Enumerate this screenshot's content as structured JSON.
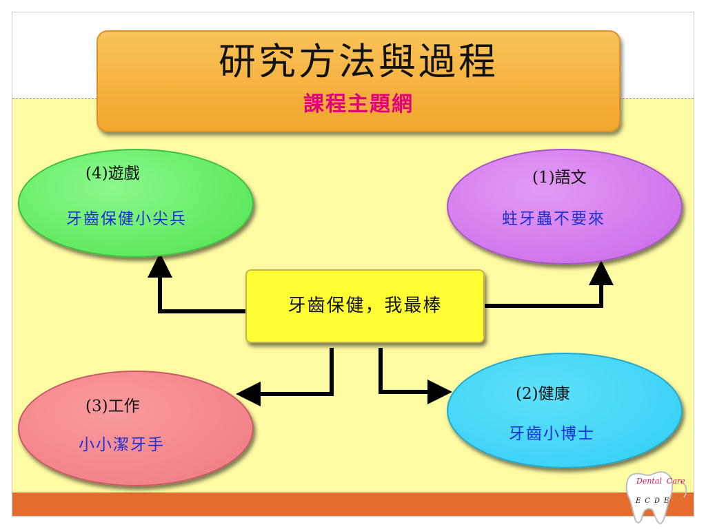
{
  "title": {
    "main": "研究方法與過程",
    "sub": "課程主題網"
  },
  "center": {
    "text": "牙齒保健，我最棒"
  },
  "nodes": {
    "n4": {
      "label": "(4)遊戲",
      "text": "牙齒保健小尖兵",
      "color": "#5fe85f"
    },
    "n1": {
      "label": "(1)語文",
      "text": "蛀牙蟲不要來",
      "color": "#d07cee"
    },
    "n3": {
      "label": "(3)工作",
      "text": "小小潔牙手",
      "color": "#f38890"
    },
    "n2": {
      "label": "(2)健康",
      "text": "牙齒小博士",
      "color": "#3dd3f6"
    }
  },
  "logo": {
    "word1": "Dental",
    "word2": "Care",
    "letters": "ECDE"
  },
  "colors": {
    "title_bg": "#f4ab36",
    "subtitle": "#e2007a",
    "center_bg": "#ffff33",
    "background": "#fefba3",
    "bar": "#e46c2e",
    "node_text": "#1a2fd6"
  }
}
